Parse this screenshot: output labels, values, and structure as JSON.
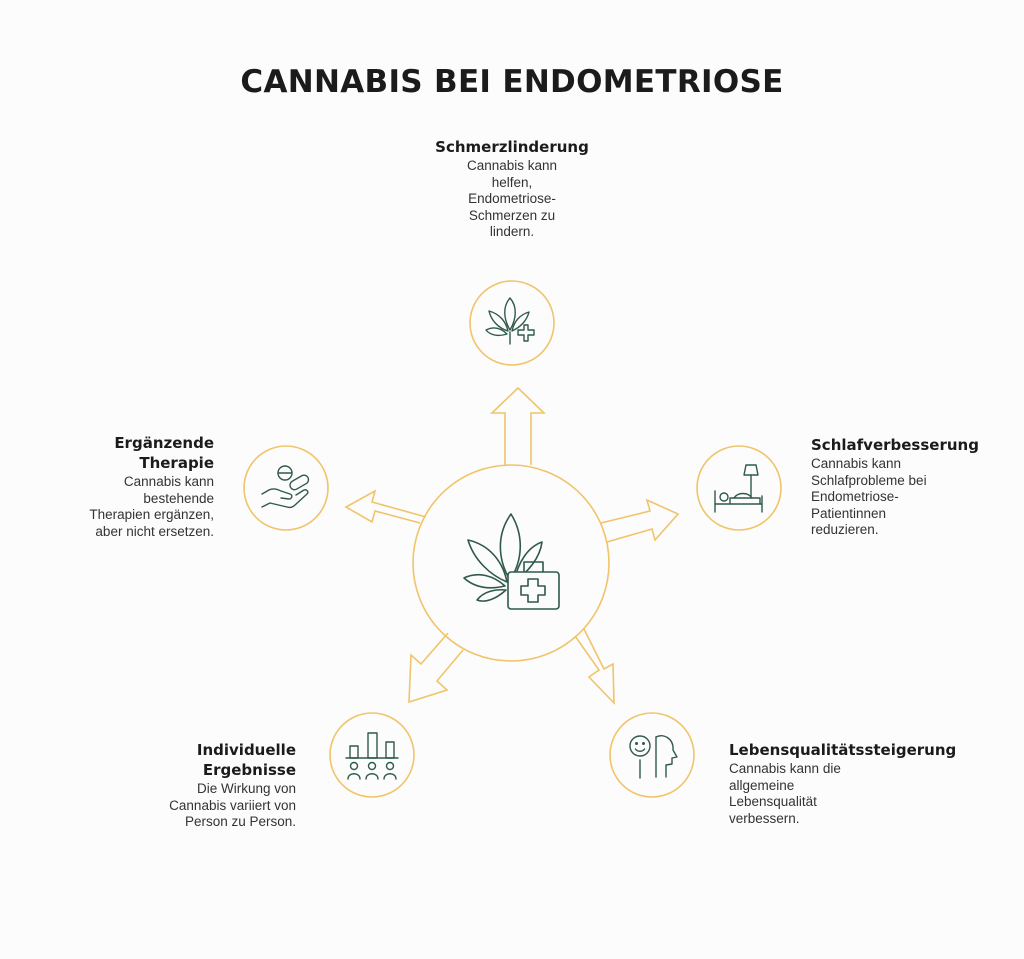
{
  "title": "CANNABIS BEI ENDOMETRIOSE",
  "colors": {
    "accent": "#f0c46a",
    "icon": "#2f5a4a",
    "background": "#fcfcfc",
    "text": "#1b1b1b"
  },
  "center": {
    "icons": [
      "cannabis-leaf-icon",
      "medical-kit-icon"
    ]
  },
  "nodes": {
    "top": {
      "heading": "Schmerzlinderung",
      "desc_lines": [
        "Cannabis kann",
        "helfen,",
        "Endometriose-",
        "Schmerzen zu",
        "lindern."
      ],
      "icon": "cannabis-leaf-plus-icon"
    },
    "right": {
      "heading": "Schlafverbesserung",
      "desc_lines": [
        "Cannabis kann",
        "Schlafprobleme bei",
        "Endometriose-",
        "Patientinnen",
        "reduzieren."
      ],
      "icon": "bed-lamp-icon"
    },
    "bottom_right": {
      "heading": "Lebensqualitätssteigerung",
      "desc_lines": [
        "Cannabis kann die",
        "allgemeine",
        "Lebensqualität",
        "verbessern."
      ],
      "icon": "smiling-face-icon"
    },
    "bottom_left": {
      "heading_lines": [
        "Individuelle",
        "Ergebnisse"
      ],
      "desc_lines": [
        "Die Wirkung von",
        "Cannabis variiert von",
        "Person zu Person."
      ],
      "icon": "people-bar-chart-icon"
    },
    "left": {
      "heading_lines": [
        "Ergänzende",
        "Therapie"
      ],
      "desc_lines": [
        "Cannabis kann",
        "bestehende",
        "Therapien ergänzen,",
        "aber nicht ersetzen."
      ],
      "icon": "hand-pills-icon"
    }
  }
}
